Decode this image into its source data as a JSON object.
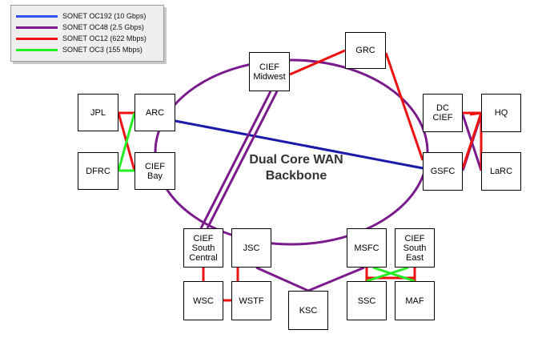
{
  "legend": [
    {
      "label": "SONET OC192 (10 Gbps)",
      "color": "#3355ee"
    },
    {
      "label": "SONET OC48 (2.5 Gbps)",
      "color": "#7a1a8c"
    },
    {
      "label": "SONET OC12 (622 Mbps)",
      "color": "#ee1111"
    },
    {
      "label": "SONET OC3 (155 Mbps)",
      "color": "#22ee22"
    }
  ],
  "title": "Dual Core WAN\nBackbone",
  "nodes": {
    "grc": "GRC",
    "cief_midwest": "CIEF\nMidwest",
    "jpl": "JPL",
    "arc": "ARC",
    "dfrc": "DFRC",
    "cief_bay": "CIEF\nBay",
    "dc_cief": "DC\nCIEF",
    "hq": "HQ",
    "gsfc": "GSFC",
    "larc": "LaRC",
    "cief_south_central": "CIEF\nSouth\nCentral",
    "jsc": "JSC",
    "msfc": "MSFC",
    "cief_south_east": "CIEF\nSouth\nEast",
    "wsc": "WSC",
    "wstf": "WSTF",
    "ksc": "KSC",
    "ssc": "SSC",
    "maf": "MAF"
  },
  "colors": {
    "ring": "#7a1a8c",
    "oc192": "#1a1aaa",
    "oc48": "#7a1a8c",
    "oc12": "#ee1111",
    "oc3": "#22ee22"
  }
}
